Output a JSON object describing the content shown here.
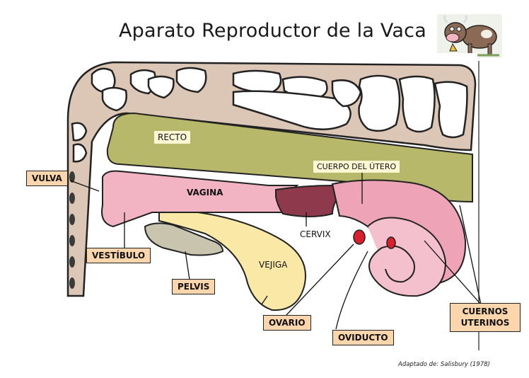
{
  "title": "Aparato Reproductor de la Vaca",
  "credit": "Adaptado de: Salisbury (1978)",
  "labels": {
    "recto": "RECTO",
    "cuerpo_utero": "CUERPO DEL ÚTERO",
    "vagina": "VAGINA",
    "cervix": "CERVIX",
    "vejiga": "VEJIGA",
    "vulva": "VULVA",
    "vestibulo": "VESTÍBULO",
    "pelvis": "PELVIS",
    "ovario": "OVARIO",
    "oviducto": "OVIDUCTO",
    "cuernos_uterinos": "CUERNOS UTERINOS"
  },
  "colors": {
    "spine": "#dcc6b6",
    "rectum": "#b7b86a",
    "vagina": "#f2b3c3",
    "cervix": "#8f3a4c",
    "uterus": "#eea3b6",
    "bladder": "#fae9a6",
    "pelvis": "#c8c4ae",
    "ovary": "#d81f2c",
    "label_box": "#fbd6ad"
  },
  "icons": [
    "cow-mascot"
  ]
}
